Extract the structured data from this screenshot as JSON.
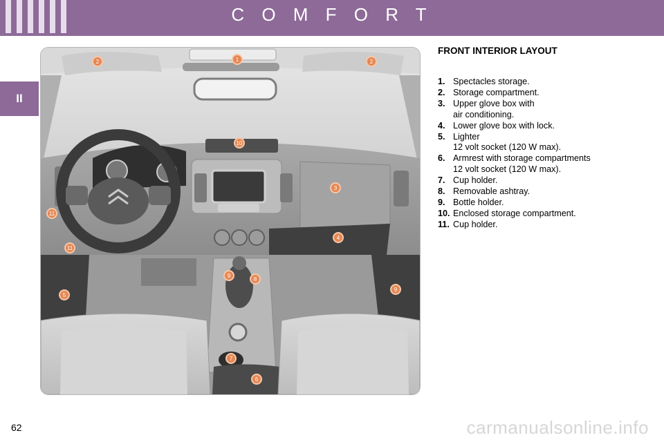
{
  "header": {
    "title": "C O M F O R T",
    "color": "#8d6a98"
  },
  "chapter_tab": {
    "label": "II"
  },
  "section": {
    "title": "FRONT INTERIOR LAYOUT",
    "items": [
      {
        "num": "1.",
        "text": "Spectacles storage."
      },
      {
        "num": "2.",
        "text": "Storage compartment."
      },
      {
        "num": "3.",
        "text": "Upper glove box with\nair conditioning."
      },
      {
        "num": "4.",
        "text": "Lower glove box with lock."
      },
      {
        "num": "5.",
        "text": "Lighter\n12 volt socket (120 W max)."
      },
      {
        "num": "6.",
        "text": "Armrest with storage compartments\n12 volt socket (120 W max)."
      },
      {
        "num": "7.",
        "text": "Cup holder."
      },
      {
        "num": "8.",
        "text": "Removable ashtray."
      },
      {
        "num": "9.",
        "text": "Bottle holder."
      },
      {
        "num": "10.",
        "text": "Enclosed storage compartment."
      },
      {
        "num": "11.",
        "text": "Cup holder."
      }
    ]
  },
  "figure": {
    "marker_color": "#e58754",
    "markers": [
      {
        "label": "2"
      },
      {
        "label": "1"
      },
      {
        "label": "2"
      },
      {
        "label": "10"
      },
      {
        "label": "3"
      },
      {
        "label": "11"
      },
      {
        "label": "11"
      },
      {
        "label": "4"
      },
      {
        "label": "9"
      },
      {
        "label": "8"
      },
      {
        "label": "5"
      },
      {
        "label": "9"
      },
      {
        "label": "7"
      },
      {
        "label": "6"
      }
    ]
  },
  "page_number": "62",
  "watermark": "carmanualsonline.info"
}
